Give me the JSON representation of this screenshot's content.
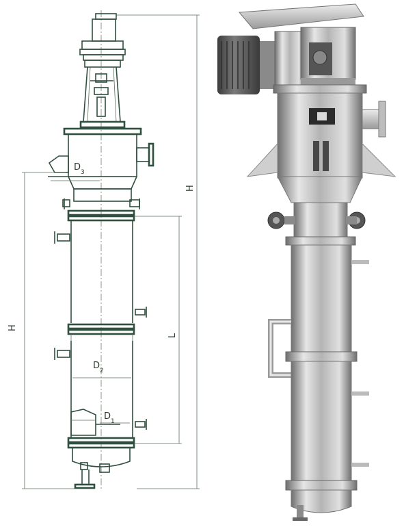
{
  "drawing": {
    "labels": {
      "H": "H",
      "H_left": "H",
      "L": "L",
      "D1": "D",
      "D1_sub": "1",
      "D2": "D",
      "D2_sub": "2",
      "D3": "D",
      "D3_sub": "3"
    }
  },
  "colors": {
    "line": "#2f4f3f",
    "steel_light": "#e6e6e6",
    "steel_mid": "#b4b4b4",
    "steel_dark": "#6e6e6e",
    "motor": "#5a5a5a"
  }
}
